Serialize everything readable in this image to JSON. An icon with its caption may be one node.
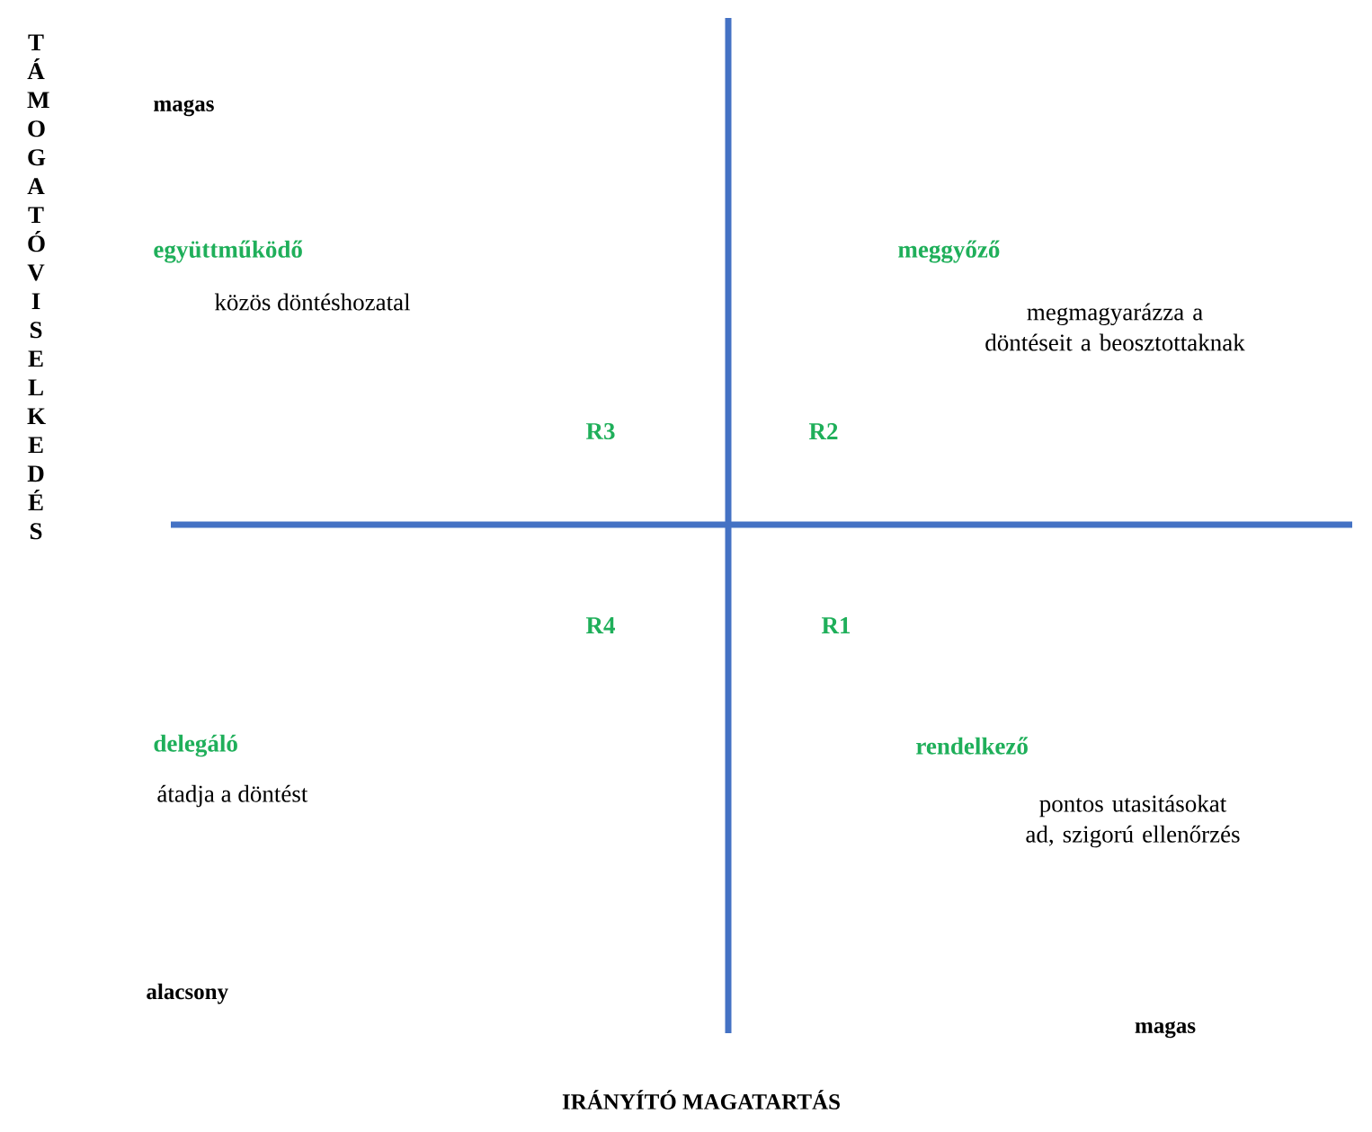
{
  "diagram": {
    "labels": [
      "TÁMOGATÓ VISELKEDÉS",
      "magas",
      "együttműködő",
      "közös döntéshozatal",
      "meggyőző",
      "megmagyarázza a döntéseit a beosztottaknak",
      "R3",
      "R2",
      "R4",
      "R1",
      "delegáló",
      "átadja a döntést",
      "rendelkező",
      "pontos utasitásokat ad, szigorú ellenőrzés",
      "alacsony",
      "magas",
      "IRÁNYÍTÓ MAGATARTÁS"
    ]
  }
}
